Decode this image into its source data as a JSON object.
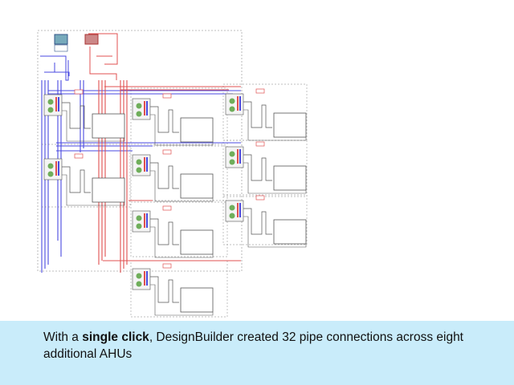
{
  "caption": {
    "prefix": "With a ",
    "bold": "single click",
    "suffix": ", DesignBuilder created 32 pipe connections across eight additional AHUs"
  },
  "diagram": {
    "ahu_count": 9,
    "colors": {
      "hot_pipe": "#e05050",
      "cold_pipe": "#4a4ae0",
      "fan": "#6fae5a",
      "frame": "#555555",
      "group_border": "#aaaaaa",
      "caption_band": "#c9ecfa"
    }
  }
}
